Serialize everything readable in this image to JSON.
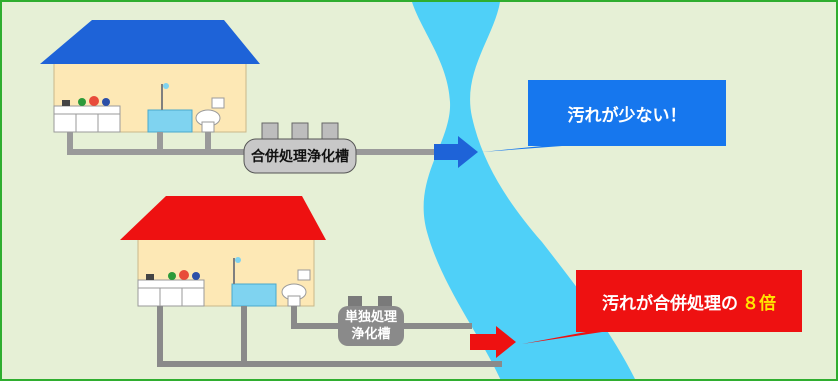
{
  "diagram": {
    "house_top": {
      "roof_color": "#1e63d8",
      "tank_label": "合併処理浄化槽",
      "callout": "汚れが少ない！",
      "callout_color": "#1677ee",
      "arrow_color": "#1e63d8"
    },
    "house_bottom": {
      "roof_color": "#ee1111",
      "tank_label_line1": "単独処理",
      "tank_label_line2": "浄化槽",
      "callout_text": "汚れが合併処理の",
      "callout_highlight": "８倍",
      "highlight_color": "#ffe600",
      "callout_color": "#ee1111",
      "arrow_color": "#ee1111"
    },
    "river_color": "#4fd0f8",
    "background_color": "#e6f0d6",
    "pipe_color": "#8a8a8a"
  }
}
